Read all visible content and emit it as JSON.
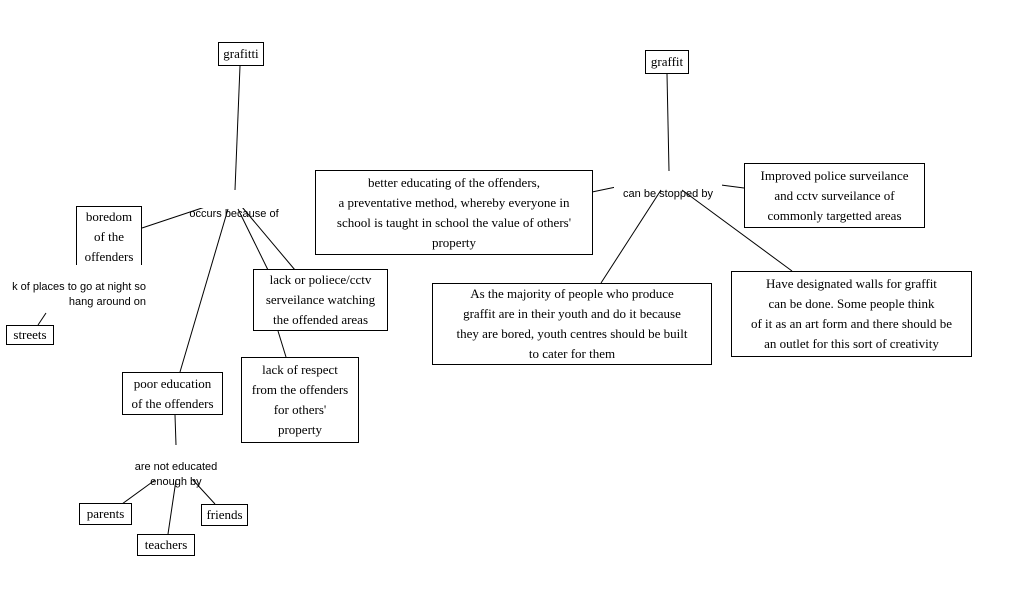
{
  "left_map": {
    "root": "grafitti",
    "link_occurs": "occurs because of",
    "boredom": "boredom\nof the\noffenders",
    "lack_places": "k of places to go at night so\nhang around on",
    "streets": "streets",
    "police_cctv": "lack or poliece/cctv\nserveilance watching\nthe offended areas",
    "lack_respect": "lack of respect\nfrom the offenders\nfor others'\nproperty",
    "poor_education": "poor education\nof the offenders",
    "link_not_educated": "are not educated\nenough by",
    "parents": "parents",
    "teachers": "teachers",
    "friends": "friends"
  },
  "right_map": {
    "root": "graffit",
    "link_stopped": "can be stopped by",
    "better_educating": "better educating of the offenders,\na preventative method, whereby everyone in\nschool is taught in school the value of others'\nproperty",
    "improved_police": "Improved police surveilance\nand cctv surveilance of\ncommonly targetted areas",
    "youth_centres": "As the majority of people who produce\ngraffit are in their youth and do it because\nthey are bored, youth centres should be built\nto cater for them",
    "designated_walls": "Have designated walls for graffit\ncan be done. Some people think\nof it as an art form and there should be\nan outlet for this sort of creativity"
  }
}
